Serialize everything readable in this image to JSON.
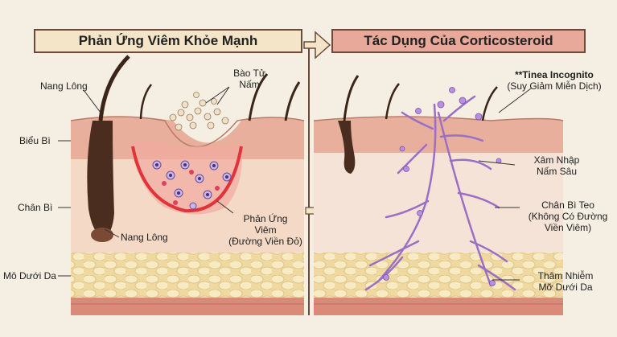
{
  "titles": {
    "left": "Phản Ứng Viêm Khỏe Mạnh",
    "right": "Tác Dụng Của Corticosteroid"
  },
  "left_labels": {
    "hair_follicle_top": "Nang Lông",
    "spores_line1": "Bào Tử",
    "spores_line2": "Nấm",
    "epidermis": "Biểu Bì",
    "dermis": "Chân Bì",
    "hair_follicle_bottom": "Nang Lông",
    "inflammation_line1": "Phản Ứng",
    "inflammation_line2": "Viêm",
    "inflammation_line3": "(Đường Viền Đỏ)",
    "subcutis": "Mô Dưới Da"
  },
  "right_labels": {
    "tinea_line1": "**Tinea Incognito",
    "tinea_line2": "(Suy Giảm Miễn Dịch)",
    "invasion_line1": "Xâm Nhập",
    "invasion_line2": "Nấm Sâu",
    "atrophy_line1": "Chân Bì Teo",
    "atrophy_line2": "(Không Có Đường",
    "atrophy_line3": "Viền Viêm)",
    "infiltration_line1": "Thâm Nhiễm",
    "infiltration_line2": "Mỡ Dưới Da"
  },
  "colors": {
    "left_title_bg": "#f4e4c8",
    "right_title_bg": "#e9a99a",
    "epidermis": "#e9b6a4",
    "dermis": "#f3dccb",
    "fat": "#f4e2b0",
    "inflammation": "#e0343a",
    "fungus": "#9a6fc4",
    "hair": "#3b2418"
  },
  "icons": [
    "arrow-right-icon",
    "hair-icon",
    "fungal-spore-icon",
    "hyphae-icon"
  ]
}
